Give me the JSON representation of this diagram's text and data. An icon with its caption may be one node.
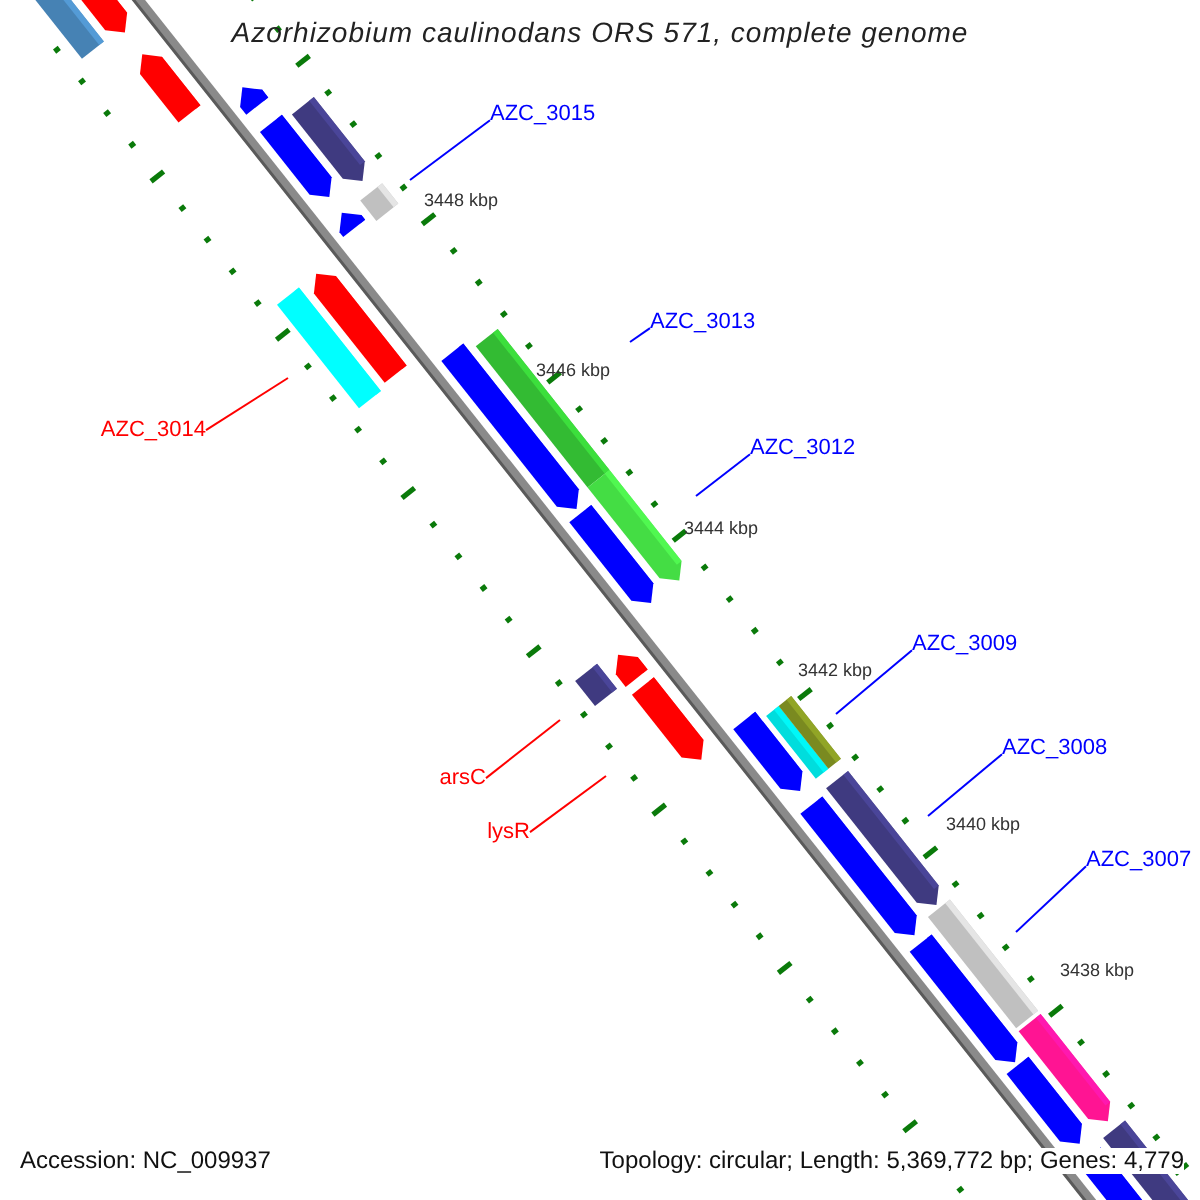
{
  "diagram": {
    "title": "Azorhizobium caulinodans ORS 571, complete genome",
    "nodes": [
      {
        "text": [
          "AZC_3015"
        ]
      },
      {
        "text": [
          "AZC_3013"
        ]
      },
      {
        "text": [
          "AZC_3014"
        ]
      },
      {
        "text": [
          "AZC_3012"
        ]
      },
      {
        "text": [
          "AZC_3009"
        ]
      },
      {
        "text": [
          "AZC_3008"
        ]
      },
      {
        "text": [
          "arsC"
        ]
      },
      {
        "text": [
          "lysR"
        ]
      },
      {
        "text": [
          "AZC_3007"
        ]
      }
    ],
    "edges": [
      {
        "from": 0,
        "to": null,
        "arrow": "none"
      },
      {
        "from": 1,
        "to": null,
        "arrow": "none"
      },
      {
        "from": 2,
        "to": null,
        "arrow": "none",
        "color": "#ff0000"
      },
      {
        "from": 3,
        "to": null,
        "arrow": "none"
      },
      {
        "from": 4,
        "to": null,
        "arrow": "none"
      },
      {
        "from": 5,
        "to": null,
        "arrow": "none"
      },
      {
        "from": 6,
        "to": null,
        "arrow": "none",
        "color": "#ff0000"
      },
      {
        "from": 7,
        "to": null,
        "arrow": "none",
        "color": "#ff0000"
      },
      {
        "from": 8,
        "to": null,
        "arrow": "none"
      }
    ],
    "labels": [
      "3448 kbp",
      "3446 kbp",
      "3444 kbp",
      "3442 kbp",
      "3440 kbp",
      "3438 kbp",
      "Accession: NC_009937",
      "Topology: circular; Length: 5,369,772 bp; Genes: 4,779"
    ]
  }
}
